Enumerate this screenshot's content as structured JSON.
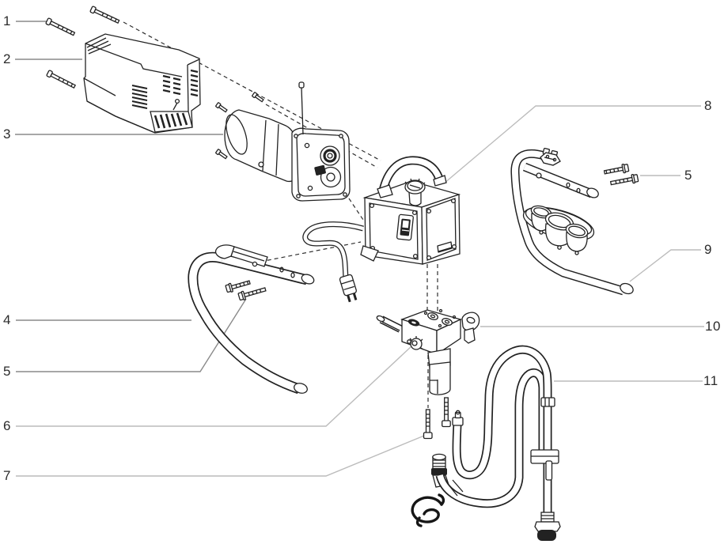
{
  "diagram": {
    "type": "exploded-parts-diagram",
    "background_color": "#ffffff",
    "line_color": "#222222",
    "leader_color_dark": "#8a8a8a",
    "leader_color_light": "#bcbcbc",
    "label_color": "#2b2b2b",
    "callouts": [
      {
        "id": "callout-1",
        "label": "1"
      },
      {
        "id": "callout-2",
        "label": "2"
      },
      {
        "id": "callout-3",
        "label": "3"
      },
      {
        "id": "callout-4",
        "label": "4"
      },
      {
        "id": "callout-5-left",
        "label": "5"
      },
      {
        "id": "callout-6",
        "label": "6"
      },
      {
        "id": "callout-7",
        "label": "7"
      },
      {
        "id": "callout-8",
        "label": "8"
      },
      {
        "id": "callout-5-right",
        "label": "5"
      },
      {
        "id": "callout-9",
        "label": "9"
      },
      {
        "id": "callout-10",
        "label": "10"
      },
      {
        "id": "callout-11",
        "label": "11"
      }
    ]
  }
}
